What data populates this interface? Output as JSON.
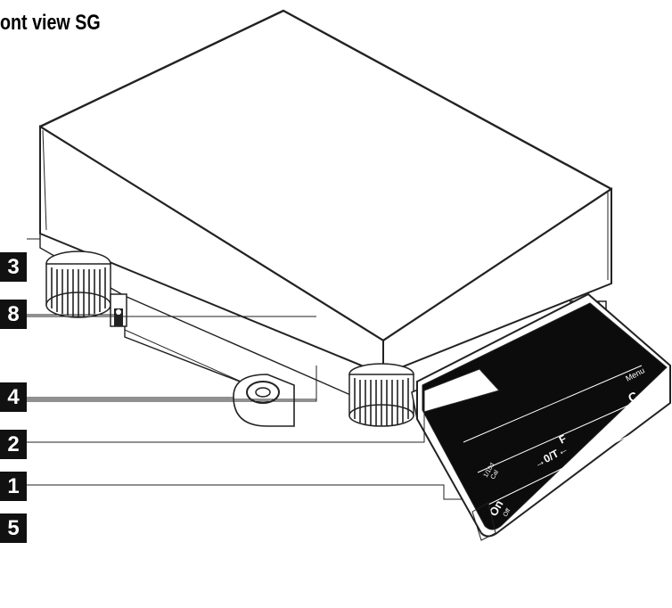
{
  "title": "ont view SG",
  "callouts": [
    "3",
    "8",
    "4",
    "2",
    "1",
    "5"
  ],
  "keypad": {
    "menu": "Menu",
    "c": "C",
    "f": "F",
    "tare": "→0/T←",
    "cal": "1/10d\nCal",
    "on": "On",
    "off": "Off"
  }
}
